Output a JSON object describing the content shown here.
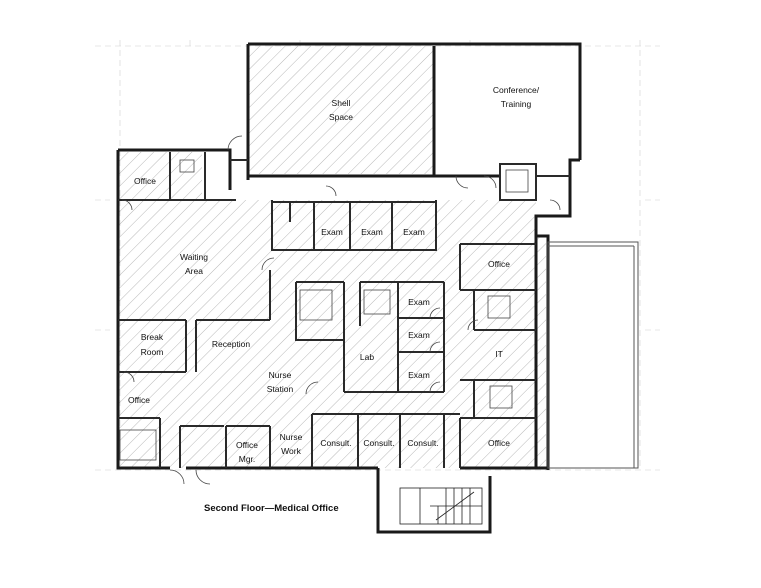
{
  "caption": "Second Floor—Medical Office",
  "rooms": {
    "shell_space": [
      "Shell",
      "Space"
    ],
    "conference_training": [
      "Conference/",
      "Training"
    ],
    "office_top_left": "Office",
    "waiting_area": [
      "Waiting",
      "Area"
    ],
    "exam_1": "Exam",
    "exam_2": "Exam",
    "exam_3": "Exam",
    "office_right_top": "Office",
    "exam_4": "Exam",
    "exam_5": "Exam",
    "exam_6": "Exam",
    "break_room": [
      "Break",
      "Room"
    ],
    "reception": "Reception",
    "lab": "Lab",
    "it": "IT",
    "nurse_station": [
      "Nurse",
      "Station"
    ],
    "office_left": "Office",
    "office_mgr": [
      "Office",
      "Mgr."
    ],
    "nurse_work": [
      "Nurse",
      "Work"
    ],
    "consult_1": "Consult.",
    "consult_2": "Consult.",
    "consult_3": "Consult.",
    "office_right_bottom": "Office"
  }
}
